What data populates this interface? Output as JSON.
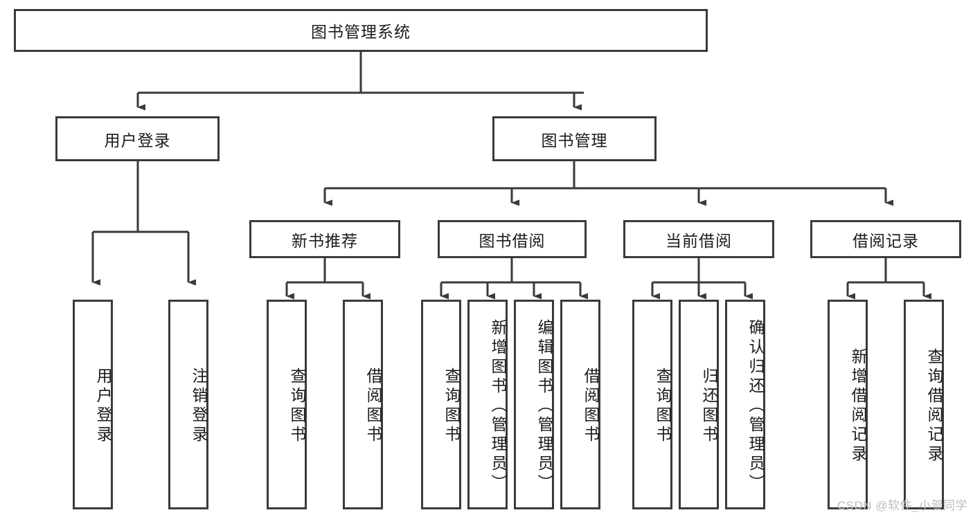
{
  "diagram": {
    "type": "tree",
    "title": "图书管理系统",
    "root": {
      "label": "图书管理系统"
    },
    "level2": [
      {
        "label": "用户登录"
      },
      {
        "label": "图书管理"
      }
    ],
    "level3": [
      {
        "label": "新书推荐"
      },
      {
        "label": "图书借阅"
      },
      {
        "label": "当前借阅"
      },
      {
        "label": "借阅记录"
      }
    ],
    "leaves": {
      "user_login": [
        {
          "label": "用户登录"
        },
        {
          "label": "注销登录"
        }
      ],
      "new_book": [
        {
          "label": "查询图书"
        },
        {
          "label": "借阅图书"
        }
      ],
      "book_borrow": [
        {
          "label": "查询图书"
        },
        {
          "label": "新增图书（管理员）"
        },
        {
          "label": "编辑图书（管理员）"
        },
        {
          "label": "借阅图书"
        }
      ],
      "current_borrow": [
        {
          "label": "查询图书"
        },
        {
          "label": "归还图书"
        },
        {
          "label": "确认归还（管理员）"
        }
      ],
      "borrow_record": [
        {
          "label": "新增借阅记录"
        },
        {
          "label": "查询借阅记录"
        }
      ]
    }
  },
  "watermark": {
    "text": "CSDN @软件_小贺同学"
  },
  "colors": {
    "box_border": "#3a3a3a",
    "box_fill": "#ffffff",
    "line": "#3a3a3a",
    "text": "#1b1b1b",
    "watermark": "#bdbdbd"
  }
}
